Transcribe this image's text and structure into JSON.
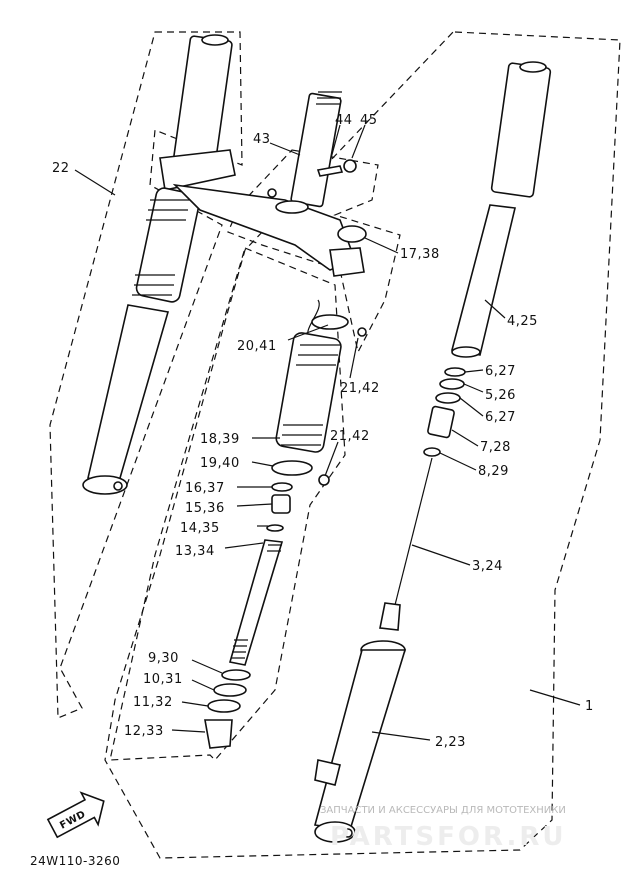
{
  "callouts": {
    "c1": "1",
    "c2_23": "2,23",
    "c3_24": "3,24",
    "c4_25": "4,25",
    "c5_26": "5,26",
    "c6_27a": "6,27",
    "c6_27b": "6,27",
    "c7_28": "7,28",
    "c8_29": "8,29",
    "c9_30": "9,30",
    "c10_31": "10,31",
    "c11_32": "11,32",
    "c12_33": "12,33",
    "c13_34": "13,34",
    "c14_35": "14,35",
    "c15_36": "15,36",
    "c16_37": "16,37",
    "c17_38": "17,38",
    "c18_39": "18,39",
    "c19_40": "19,40",
    "c20_41": "20,41",
    "c21_42a": "21,42",
    "c21_42b": "21,42",
    "c22": "22",
    "c43": "43",
    "c44": "44",
    "c45": "45"
  },
  "fwd_label": "FWD",
  "drawing_code": "24W110-3260",
  "watermark": {
    "line1": "ЗАПЧАСТИ И АКСЕССУАРЫ ДЛЯ МОТОТЕХНИКИ",
    "line2": "PARTSFOR.RU"
  }
}
